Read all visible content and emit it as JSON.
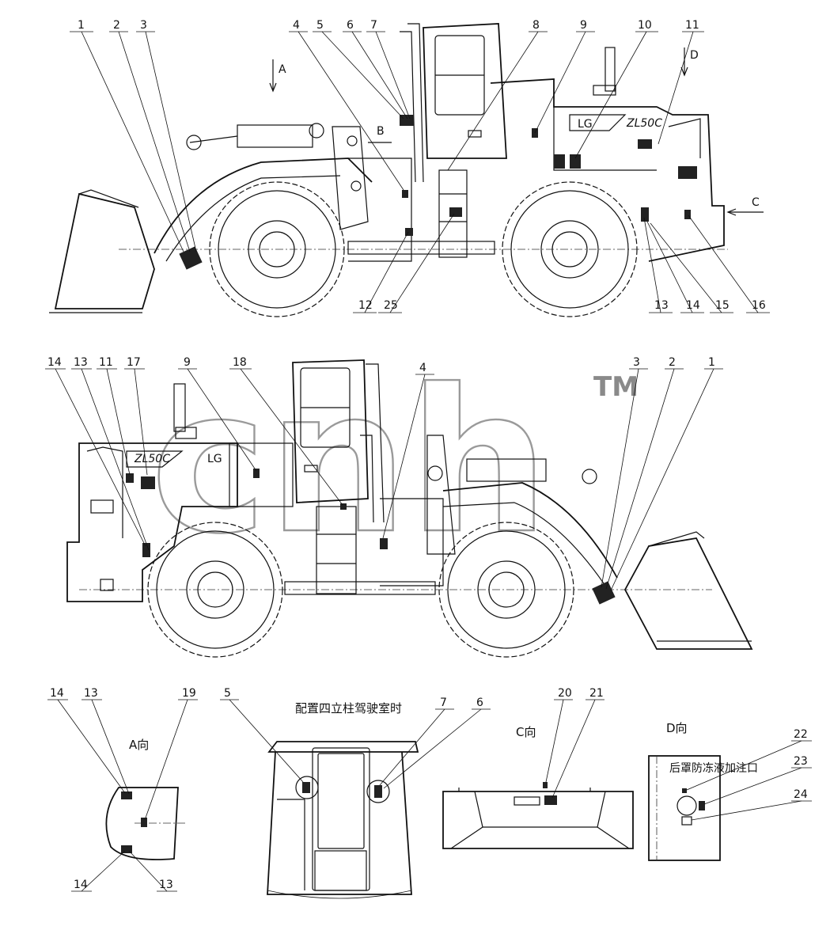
{
  "model_label": "ZL50C",
  "brand_label": "LG",
  "watermark": "cnh",
  "watermark_tm": "TM",
  "view_a_arrow": "A",
  "view_b_arrow": "B",
  "view_c_arrow": "C",
  "view_d_arrow": "D",
  "view_a_title": "A向",
  "view_c_title": "C向",
  "view_d_title": "D向",
  "cab_variant_title": "配置四立柱驾驶室时",
  "tank_label": "后罩防冻液加注口",
  "side_view_1": {
    "top_labels": [
      "1",
      "2",
      "3",
      "4",
      "5",
      "6",
      "7",
      "8",
      "9",
      "10",
      "11"
    ],
    "bottom_labels": [
      "12",
      "25",
      "13",
      "14",
      "15",
      "16"
    ]
  },
  "side_view_2": {
    "top_labels": [
      "14",
      "13",
      "11",
      "17",
      "9",
      "18",
      "4",
      "3",
      "2",
      "1"
    ]
  },
  "detail_a": {
    "labels": [
      "14",
      "13",
      "19",
      "14",
      "13"
    ]
  },
  "detail_cab": {
    "labels": [
      "5",
      "7",
      "6"
    ]
  },
  "detail_c": {
    "labels": [
      "20",
      "21"
    ]
  },
  "detail_d": {
    "labels": [
      "22",
      "23",
      "24"
    ]
  }
}
